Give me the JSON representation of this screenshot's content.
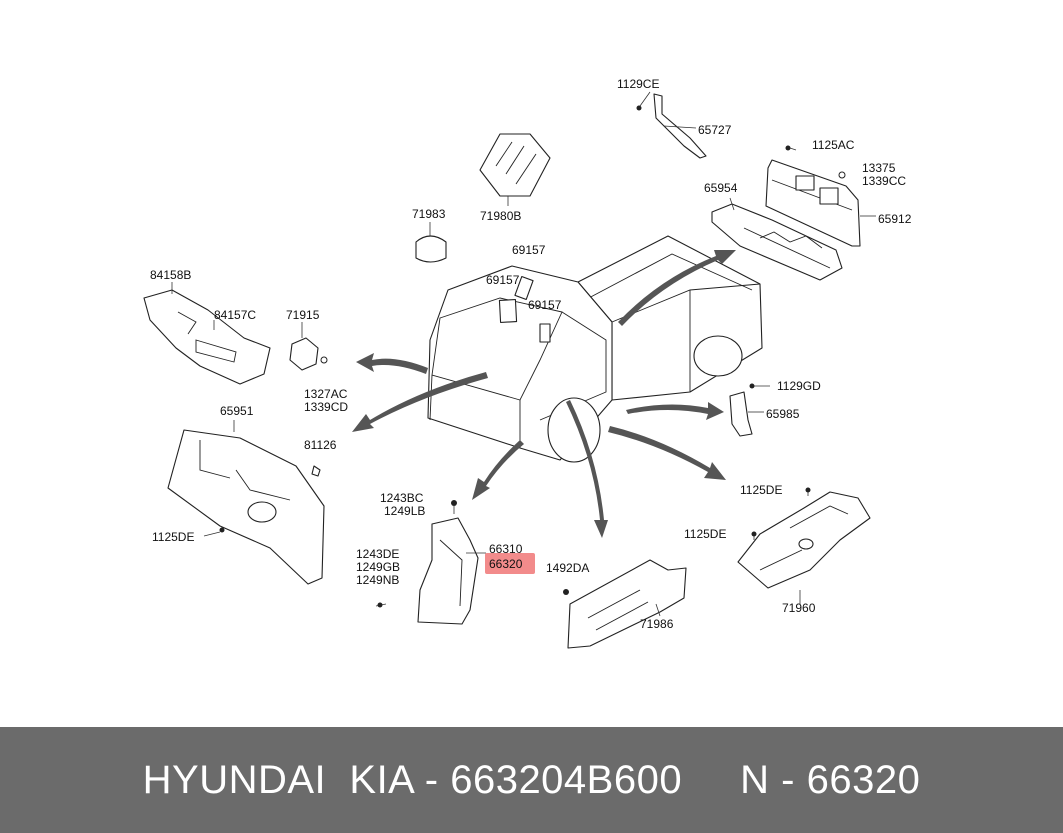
{
  "diagram": {
    "parts": {
      "p1129CE": "1129CE",
      "p65727": "65727",
      "p1125AC": "1125AC",
      "p13375": "13375",
      "p1339CC": "1339CC",
      "p65954": "65954",
      "p65912": "65912",
      "p71980B": "71980B",
      "p71983": "71983",
      "p69157a": "69157",
      "p69157b": "69157",
      "p69157c": "69157",
      "p84158B": "84158B",
      "p84157C": "84157C",
      "p71915": "71915",
      "p1327AC": "1327AC",
      "p1339CD": "1339CD",
      "p65951": "65951",
      "p81126": "81126",
      "p1125DEa": "1125DE",
      "p1243BC": "1243BC",
      "p1249LB": "1249LB",
      "p66310": "66310",
      "p66320": "66320",
      "p1243DE": "1243DE",
      "p1249GB": "1249GB",
      "p1249NB": "1249NB",
      "p1492DA": "1492DA",
      "p71986": "71986",
      "p1129GD": "1129GD",
      "p65985": "65985",
      "p1125DEb": "1125DE",
      "p1125DEc": "1125DE",
      "p71960": "71960"
    },
    "highlight_color": "#f28b8b"
  },
  "footer": {
    "brand": "HYUNDAI  KIA - 663204B600",
    "ref": "N - 66320"
  }
}
